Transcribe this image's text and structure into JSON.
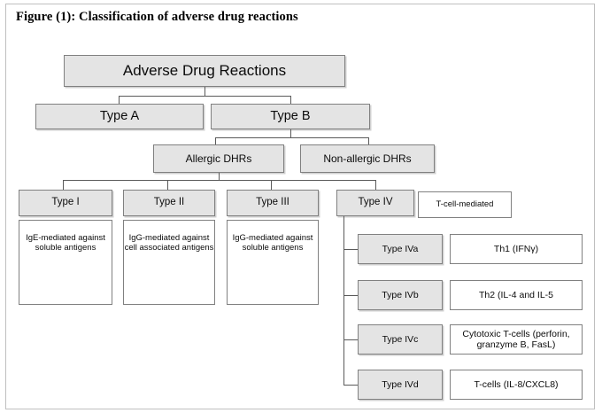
{
  "figure": {
    "title": "Figure (1): Classification of adverse drug reactions"
  },
  "colors": {
    "box_fill_gray": "#e4e4e4",
    "box_fill_white": "#ffffff",
    "box_border": "#808080",
    "connector": "#5a5a5a",
    "text": "#0b0b0b",
    "page_border": "#bfbfbf"
  },
  "tree": {
    "root": {
      "label": "Adverse Drug Reactions"
    },
    "level2": [
      {
        "label": "Type A"
      },
      {
        "label": "Type B"
      }
    ],
    "level3": [
      {
        "label": "Allergic DHRs"
      },
      {
        "label": "Non-allergic DHRs"
      }
    ],
    "hypersensitivity_types": [
      {
        "label": "Type I",
        "description": "IgE-mediated against soluble antigens"
      },
      {
        "label": "Type II",
        "description": "IgG-mediated against cell associated antigens"
      },
      {
        "label": "Type III",
        "description": "IgG-mediated against soluble antigens"
      },
      {
        "label": "Type IV",
        "annotation": "T-cell-mediated"
      }
    ],
    "type_iv_subtypes": [
      {
        "label": "Type IVa",
        "mediator": "Th1 (IFNγ)"
      },
      {
        "label": "Type IVb",
        "mediator": "Th2 (IL-4 and IL-5"
      },
      {
        "label": "Type IVc",
        "mediator": "Cytotoxic T-cells (perforin, granzyme B, FasL)"
      },
      {
        "label": "Type IVd",
        "mediator": "T-cells (IL-8/CXCL8)"
      }
    ]
  }
}
